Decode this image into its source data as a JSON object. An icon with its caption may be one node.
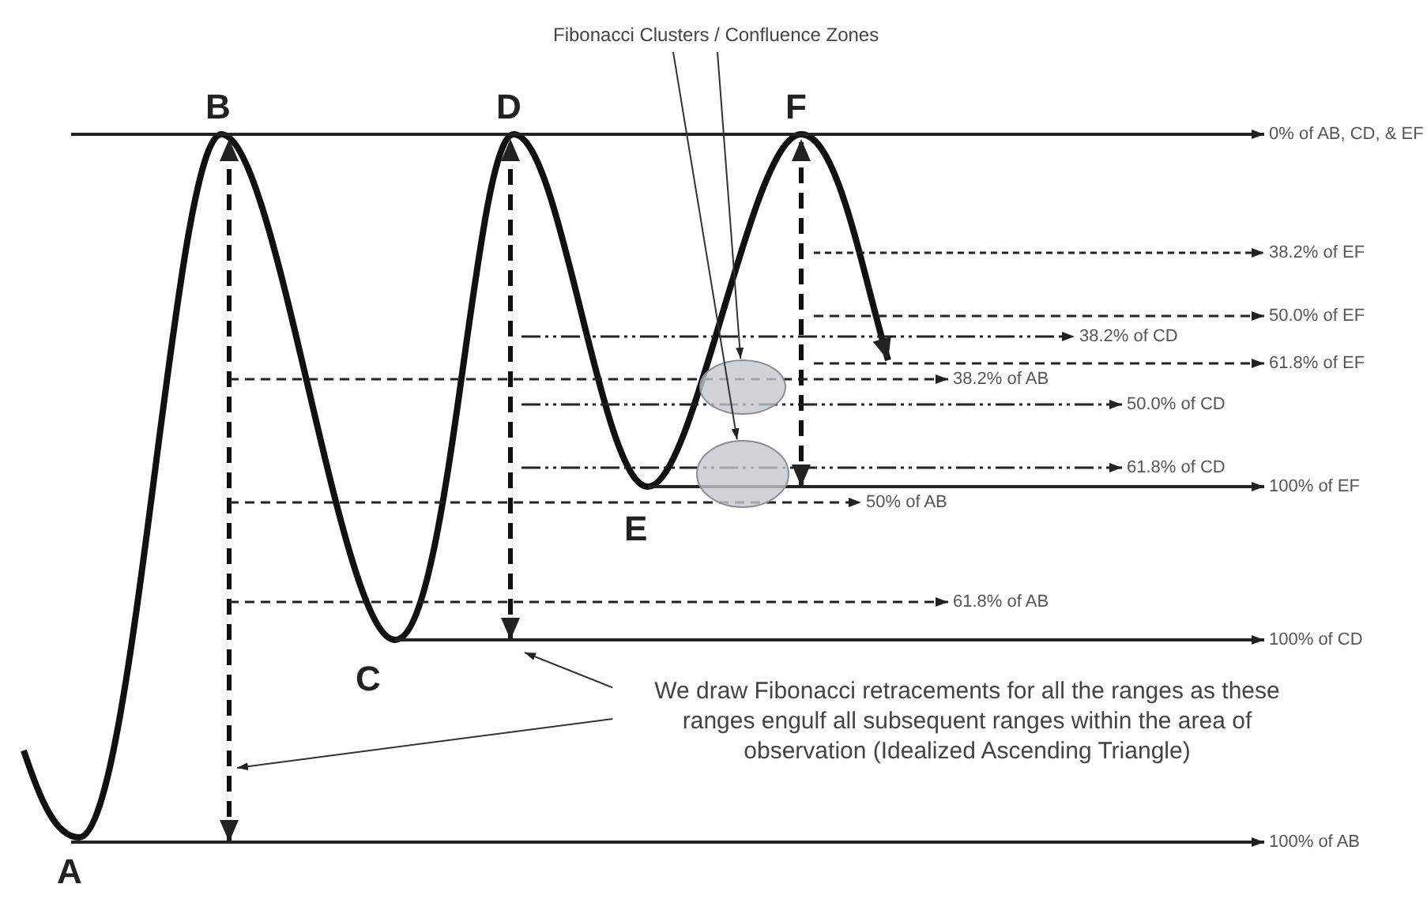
{
  "diagram": {
    "nodes": [
      {
        "text": [
          "Fibonacci Clusters / Confluence Zones"
        ]
      },
      {
        "text": [],
        "shape": "ellipse"
      },
      {
        "text": [],
        "shape": "ellipse"
      },
      {
        "text": [
          "We draw Fibonacci retracements for all the ranges as these ranges engulf all subsequent ranges within the area of observation (Idealized Ascending Triangle)"
        ]
      }
    ],
    "edges": [
      {
        "from": 0,
        "to": 1,
        "arrow": "to"
      },
      {
        "from": 0,
        "to": 2,
        "arrow": "to"
      },
      {
        "from": 3,
        "to": null,
        "arrow": "to"
      },
      {
        "from": 3,
        "to": null,
        "arrow": "to"
      }
    ],
    "labels": [
      "B",
      "D",
      "F",
      "0% of AB, CD, & EF",
      "38.2% of EF",
      "50.0% of EF",
      "38.2% of CD",
      "61.8% of EF",
      "38.2% of AB",
      "50.0% of CD",
      "61.8% of CD",
      "100% of EF",
      "50% of AB",
      "E",
      "61.8% of AB",
      "100% of CD",
      "C",
      "A",
      "100% of AB"
    ]
  }
}
